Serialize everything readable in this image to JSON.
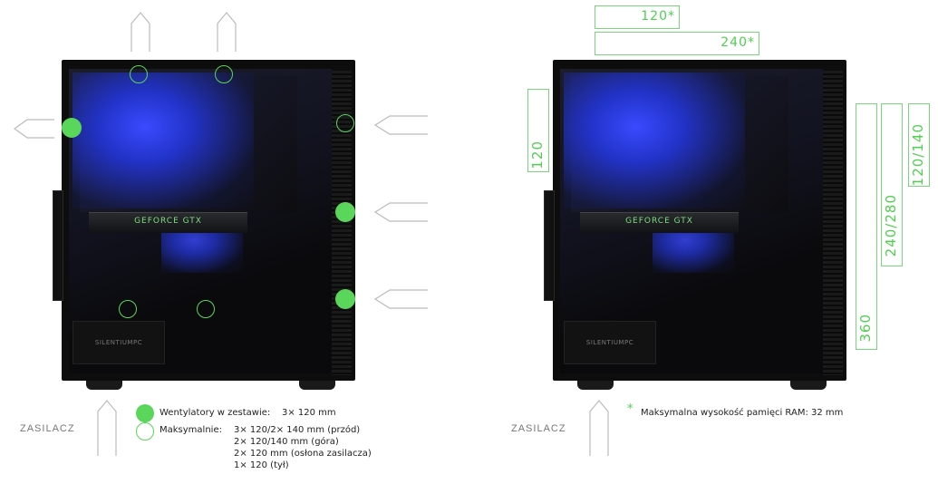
{
  "left_case": {
    "gpu_label": "GEFORCE GTX",
    "brand": "SILENTIUMPC",
    "psu_label": "ZASILACZ"
  },
  "right_case": {
    "gpu_label": "GEFORCE GTX",
    "brand": "SILENTIUMPC",
    "psu_label": "ZASILACZ"
  },
  "legend": {
    "included_label": "Wentylatory w zestawie:",
    "included_value": "3× 120 mm",
    "max_label": "Maksymalnie:",
    "max_values": [
      "3× 120/2× 140 mm (przód)",
      "2× 120/140 mm (góra)",
      "2× 120 mm (osłona zasilacza)",
      "1× 120 (tył)"
    ]
  },
  "radiators": {
    "top_120": "120*",
    "top_240": "240*",
    "rear": "120",
    "front_1": "120/140",
    "front_2": "240/280",
    "front_3": "360"
  },
  "note": {
    "star": "*",
    "text": "Maksymalna wysokość pamięci RAM: 32 mm"
  },
  "colors": {
    "accent": "#5ad65a",
    "case": "#0d0d0e"
  }
}
